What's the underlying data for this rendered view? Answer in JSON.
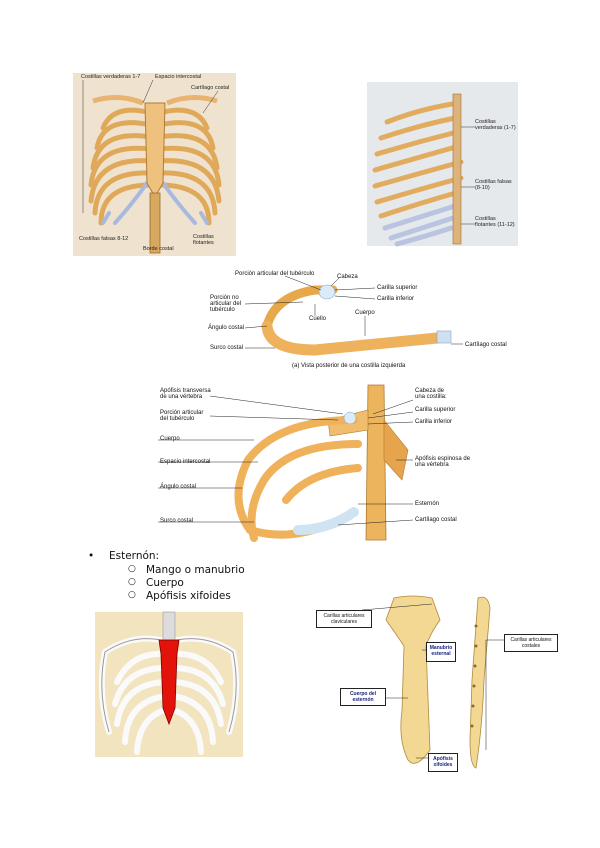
{
  "fig1": {
    "labels": {
      "true_ribs": "Costillas verdaderas 1-7",
      "intercostal": "Espacio intercostal",
      "costal_cartilage": "Cartílago costal",
      "false_ribs": "Costillas falsas 8-12",
      "floating_ribs": "Costillas flotantes",
      "costal_margin": "Borde costal"
    }
  },
  "fig2": {
    "labels": {
      "true": "Costillas verdaderas (1-7)",
      "false": "Costillas falsas (8-10)",
      "floating": "Costillas flotantes (11-12)"
    }
  },
  "fig3": {
    "labels": {
      "articular_tubercle": "Porción articular del tubérculo",
      "head": "Cabeza",
      "upper_facet": "Carilla superior",
      "lower_facet": "Carilla inferior",
      "nonarticular": "Porción no articular del tubérculo",
      "neck": "Cuello",
      "body": "Cuerpo",
      "angle": "Ángulo costal",
      "groove": "Surco costal",
      "cartilage": "Cartílago costal",
      "caption": "(a) Vista posterior de una costilla izquierda"
    }
  },
  "fig4": {
    "labels": {
      "transverse": "Apófisis transversa de una vértebra",
      "articular_tub": "Porción articular del tubérculo",
      "body": "Cuerpo",
      "intercostal": "Espacio intercostal",
      "angle": "Ángulo costal",
      "groove": "Surco costal",
      "head": "Cabeza de una costilla:",
      "upper": "Carilla superior",
      "lower": "Carilla inferior",
      "spinous": "Apófisis espinosa de una vértebra",
      "sternum": "Esternón",
      "cartilage": "Cartílago costal"
    }
  },
  "list": {
    "title": "Esternón:",
    "items": [
      "Mango o manubrio",
      "Cuerpo",
      "Apófisis xifoides"
    ]
  },
  "fig6": {
    "labels": {
      "facets": "Carillas articulares claviculares",
      "manubrium": "Manubrio esternal",
      "body": "Cuerpo del esternón",
      "xiphoid": "Apófisis xifoides",
      "costal_facets": "Carillas articulares costales"
    }
  },
  "colors": {
    "bone": "#e9b76a",
    "cartilage": "#a9b9dd",
    "sternum_highlight": "#e3120b"
  }
}
